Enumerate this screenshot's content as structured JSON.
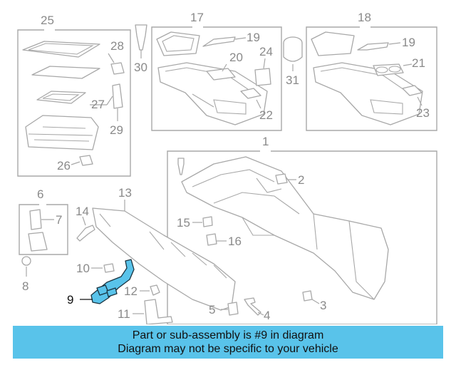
{
  "diagram": {
    "callouts": [
      "25",
      "28",
      "30",
      "17",
      "19",
      "20",
      "24",
      "31",
      "18",
      "19",
      "21",
      "27",
      "29",
      "22",
      "23",
      "26",
      "1",
      "2",
      "6",
      "7",
      "13",
      "14",
      "15",
      "16",
      "10",
      "12",
      "8",
      "9",
      "11",
      "5",
      "4",
      "3"
    ],
    "highlighted_part": "9",
    "highlight_color": "#59c3ea",
    "line_color": "#a8a8a8"
  },
  "banner": {
    "line1": "Part or sub-assembly is #9 in diagram",
    "line2": "Diagram may not be specific to your vehicle",
    "background": "#59c3ea"
  }
}
